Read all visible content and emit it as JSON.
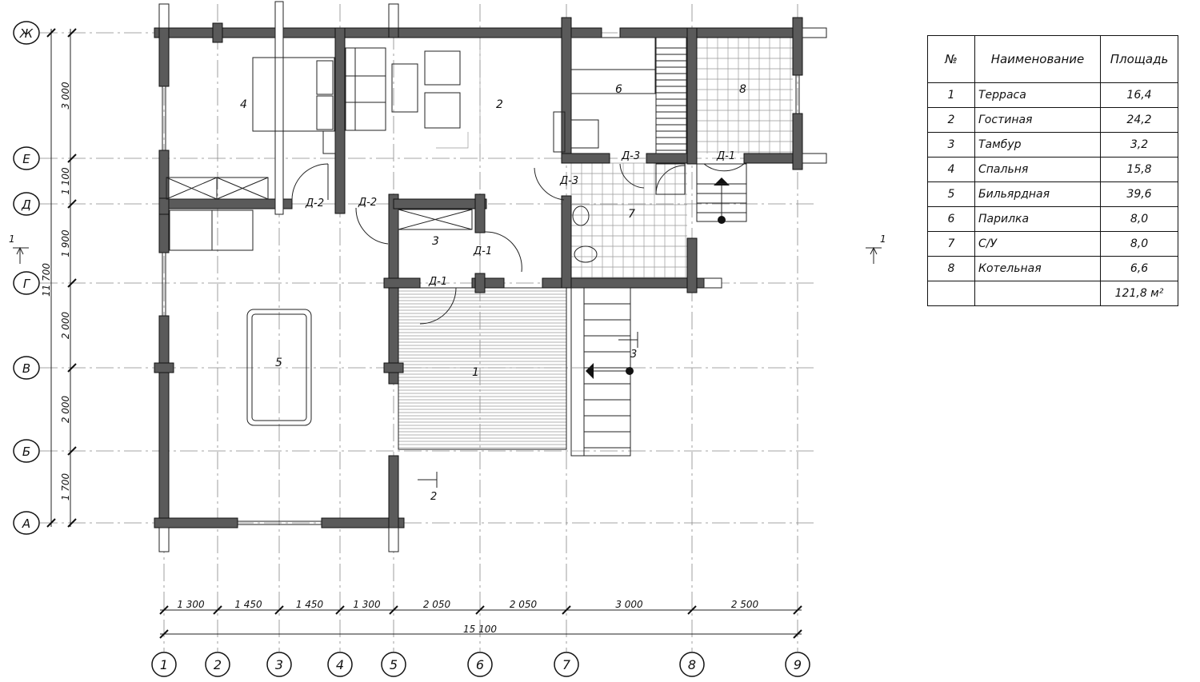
{
  "axes": {
    "columns": [
      "1",
      "2",
      "3",
      "4",
      "5",
      "6",
      "7",
      "8",
      "9"
    ],
    "rows": [
      "Ж",
      "Е",
      "Д",
      "Г",
      "В",
      "Б",
      "А"
    ]
  },
  "dimensions": {
    "horizontal": [
      "1 300",
      "1 450",
      "1 450",
      "1 300",
      "2 050",
      "2 050",
      "3 000",
      "2 500"
    ],
    "horizontal_total": "15 100",
    "vertical": [
      "3 000",
      "1 100",
      "1 900",
      "2 000",
      "2 000",
      "1 700"
    ],
    "vertical_total": "11 700"
  },
  "rooms": [
    "1",
    "2",
    "3",
    "4",
    "5",
    "6",
    "7",
    "8"
  ],
  "doors": {
    "d1": "Д-1",
    "d2": "Д-2",
    "d3": "Д-3"
  },
  "sections": {
    "s1": "1",
    "s2": "2",
    "s3": "3"
  },
  "table": {
    "headers": [
      "№",
      "Наименование",
      "Площадь"
    ],
    "rows": [
      [
        "1",
        "Терраса",
        "16,4"
      ],
      [
        "2",
        "Гостиная",
        "24,2"
      ],
      [
        "3",
        "Тамбур",
        "3,2"
      ],
      [
        "4",
        "Спальня",
        "15,8"
      ],
      [
        "5",
        "Бильярдная",
        "39,6"
      ],
      [
        "6",
        "Парилка",
        "8,0"
      ],
      [
        "7",
        "С/У",
        "8,0"
      ],
      [
        "8",
        "Котельная",
        "6,6"
      ]
    ],
    "total": "121,8 м²"
  }
}
